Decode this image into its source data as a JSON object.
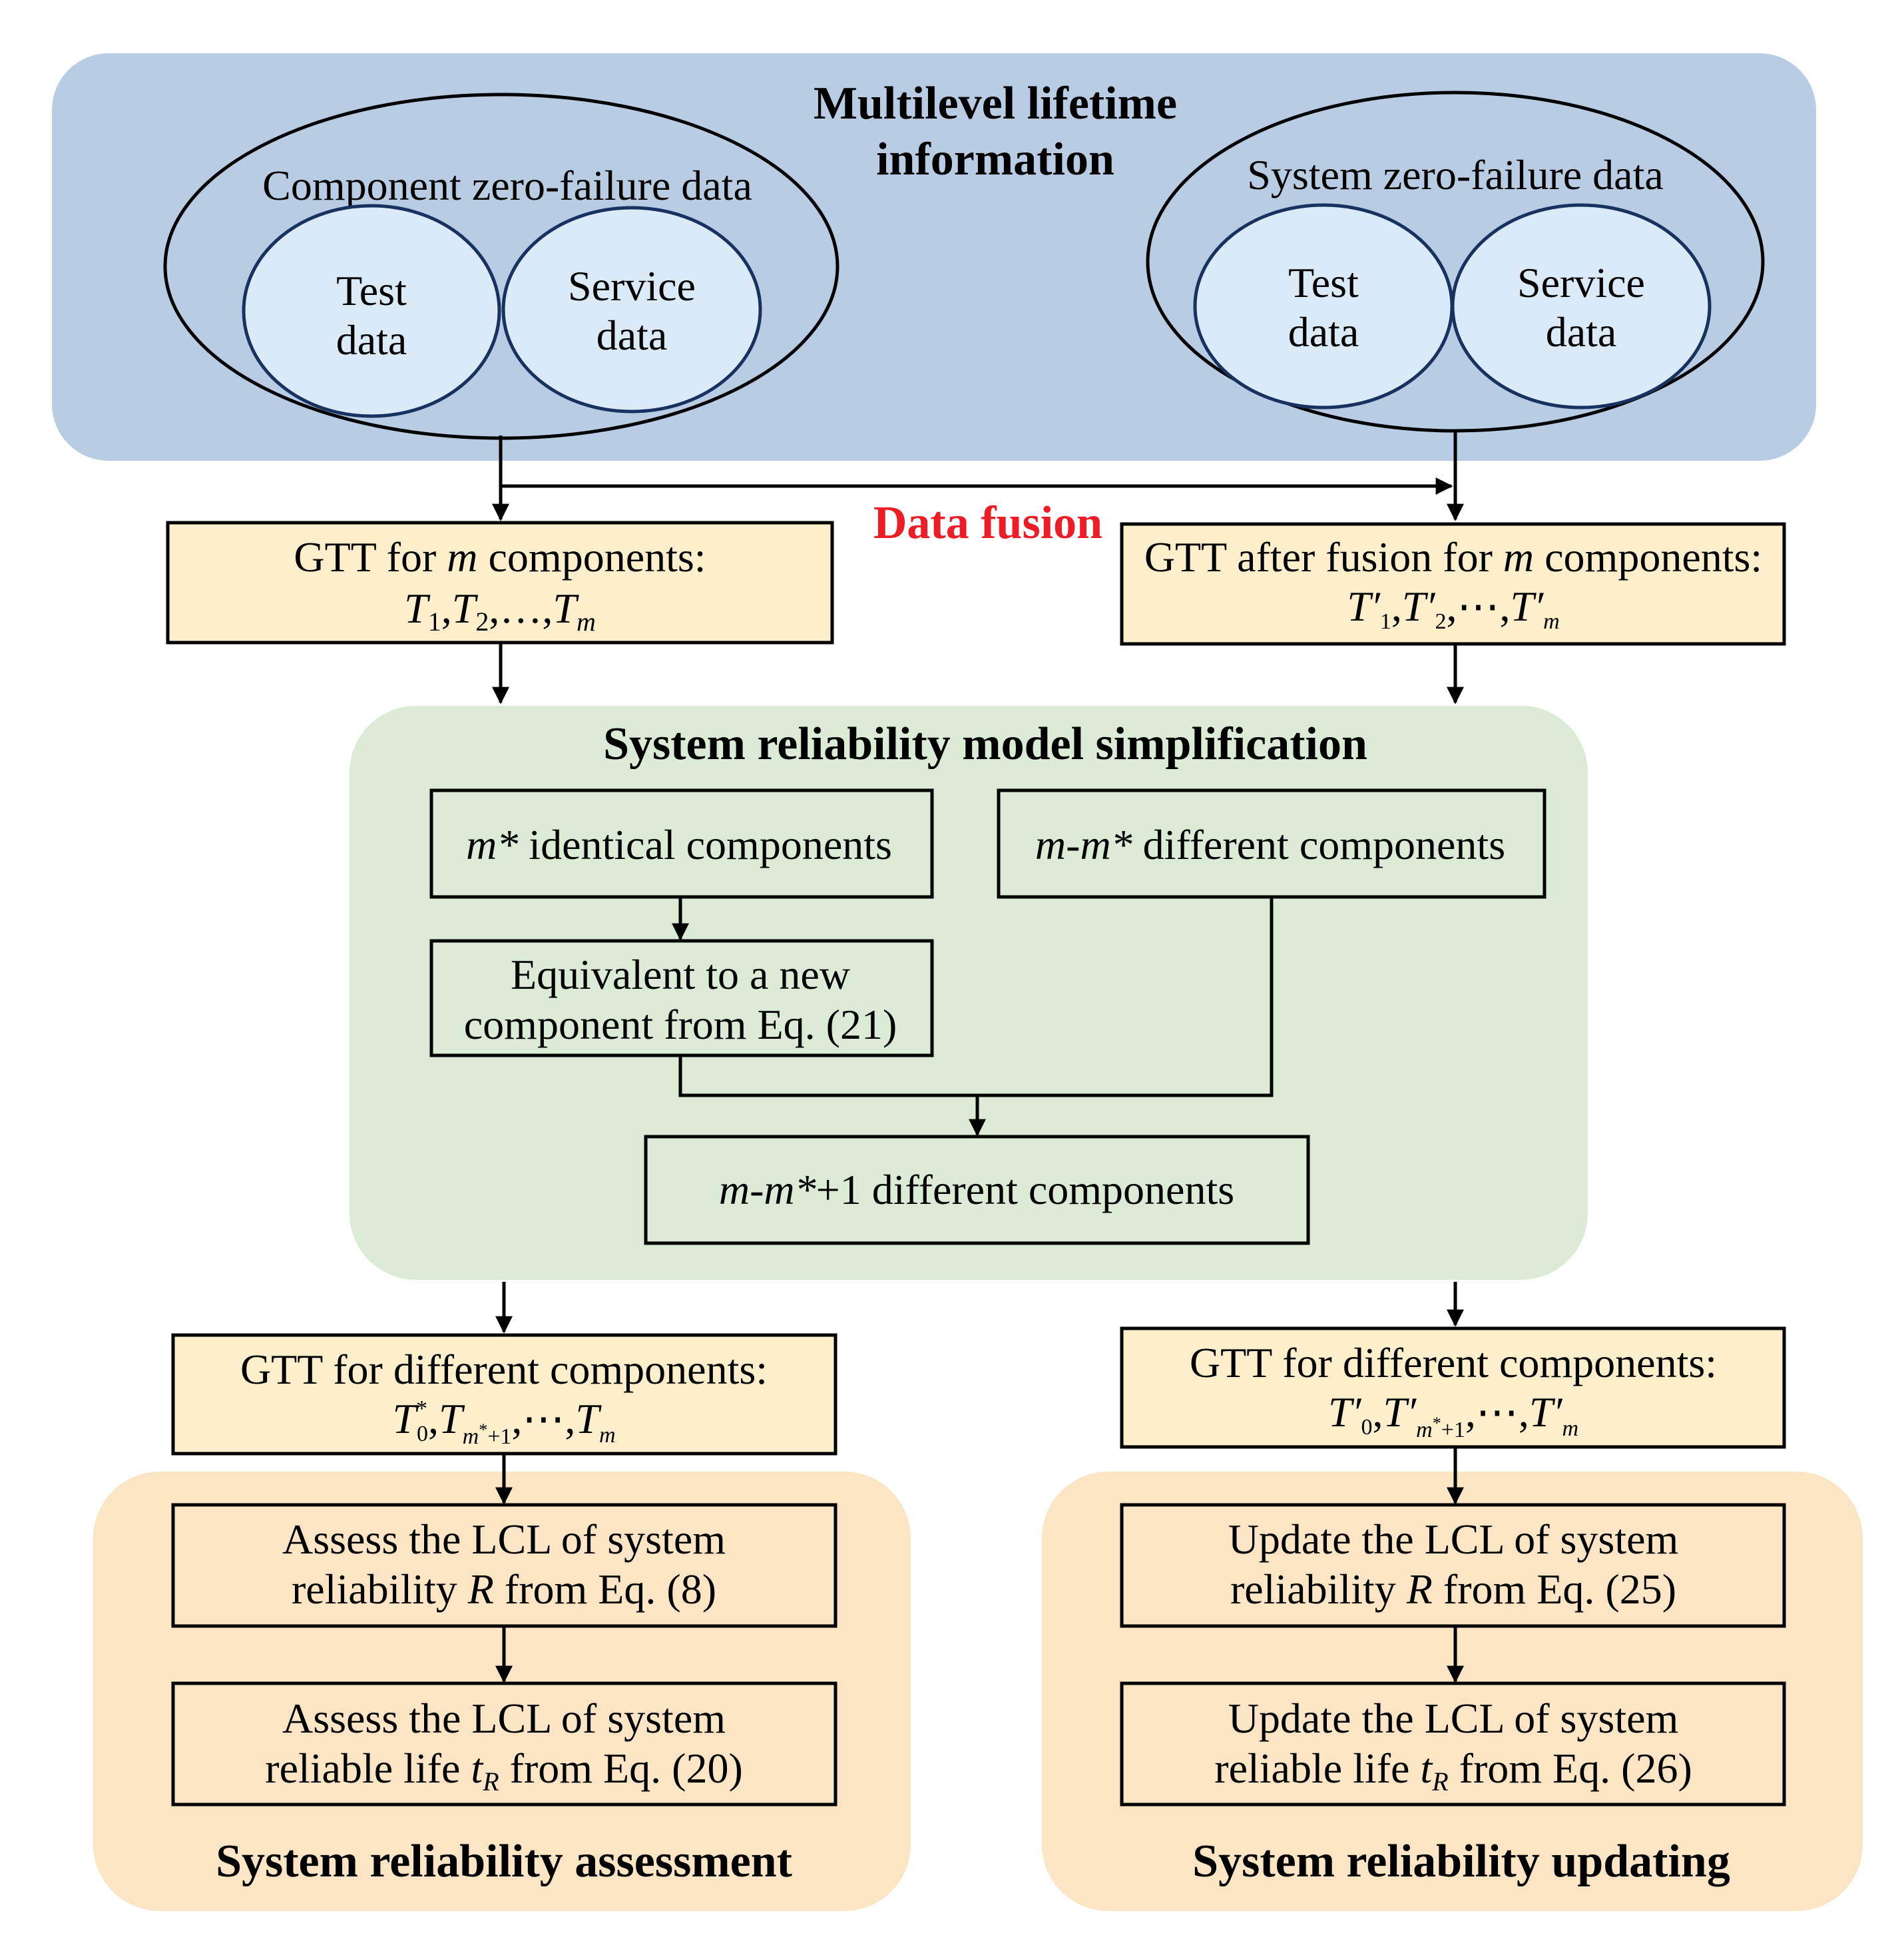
{
  "colors": {
    "top_panel": "#b8cce4",
    "middle_panel": "#dcebd5",
    "bottom_panel": "#fce5c5",
    "gtt_box": "#fdefcb",
    "bubble": "#dbeaf7",
    "bubble_stroke": "#17325e",
    "accent_red": "#ee1c24"
  },
  "top": {
    "title_line1": "Multilevel lifetime",
    "title_line2": "information",
    "component": {
      "label": "Component zero-failure data",
      "test_line1": "Test",
      "test_line2": "data",
      "service_line1": "Service",
      "service_line2": "data"
    },
    "system": {
      "label": "System zero-failure data",
      "test_line1": "Test",
      "test_line2": "data",
      "service_line1": "Service",
      "service_line2": "data"
    }
  },
  "data_fusion_label": "Data fusion",
  "gtt_left": {
    "line1_a": "GTT for ",
    "line1_m": "m",
    "line1_b": " components:",
    "T1": "T",
    "T1_sub": "1",
    "T2": "T",
    "T2_sub": "2",
    "dots": ",…,",
    "Tm": "T",
    "Tm_sub": "m",
    "comma": ","
  },
  "gtt_right": {
    "line1_a": "GTT after fusion for ",
    "line1_m": "m",
    "line1_b": " components:",
    "T1": "T′",
    "T1_sub": "1",
    "T2": "T′",
    "T2_sub": "2",
    "dots": ",⋯,",
    "Tm": "T′",
    "Tm_sub": "m",
    "comma": ","
  },
  "middle": {
    "title": "System reliability model simplification",
    "identical_m": "m*",
    "identical_rest": " identical components",
    "different_m": "m-m*",
    "different_rest": " different components",
    "equiv_line1": "Equivalent to a new",
    "equiv_line2": "component from Eq. (21)",
    "merged_m": "m-m*",
    "merged_rest": "+1 different components"
  },
  "gtt_diff_left": {
    "line1": "GTT for different components:",
    "T0": "T",
    "T0_sup": "*",
    "T0_sub": "0",
    "Tn": "T",
    "Tn_sub_m": "m",
    "Tn_sub_star": "*",
    "Tn_sub_plus": "+1",
    "dots": ",⋯,",
    "Tm": "T",
    "Tm_sub": "m",
    "comma": ","
  },
  "gtt_diff_right": {
    "line1": "GTT for different components:",
    "T0": "T′",
    "T0_sub": "0",
    "Tn": "T′",
    "Tn_sub_m": "m",
    "Tn_sub_star": "*",
    "Tn_sub_plus": "+1",
    "dots": ",⋯,",
    "Tm": "T′",
    "Tm_sub": "m",
    "comma": ","
  },
  "assessment": {
    "title": "System reliability assessment",
    "box1_line1": "Assess the LCL of system",
    "box1_line2_a": "reliability ",
    "box1_line2_R": "R",
    "box1_line2_b": " from Eq. (8)",
    "box2_line1": "Assess the LCL of system",
    "box2_line2_a": "reliable life ",
    "box2_line2_t": "t",
    "box2_line2_sub": "R",
    "box2_line2_b": " from Eq. (20)"
  },
  "updating": {
    "title": "System reliability updating",
    "box1_line1": "Update the LCL of system",
    "box1_line2_a": "reliability ",
    "box1_line2_R": "R",
    "box1_line2_b": " from Eq. (25)",
    "box2_line1": "Update the LCL of system",
    "box2_line2_a": "reliable life ",
    "box2_line2_t": "t",
    "box2_line2_sub": "R",
    "box2_line2_b": " from Eq. (26)"
  }
}
